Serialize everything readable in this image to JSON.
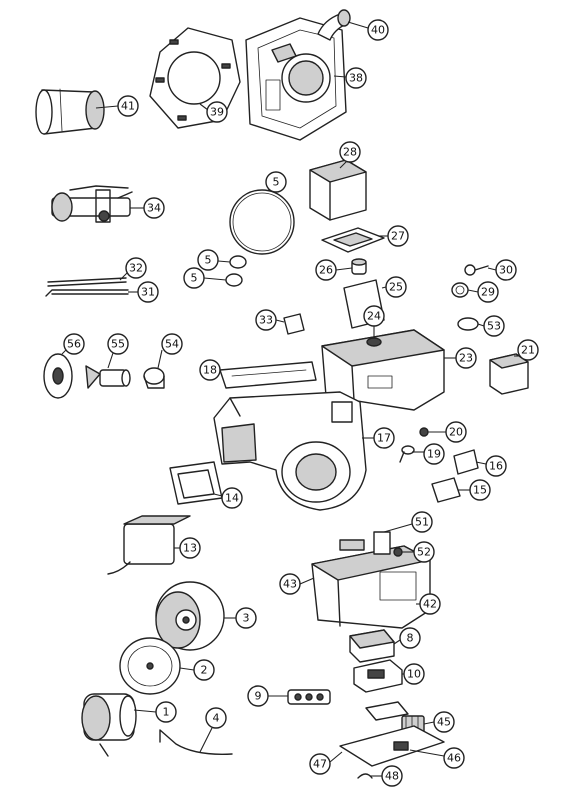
{
  "callouts": [
    {
      "id": "c1",
      "label": "1"
    },
    {
      "id": "c2",
      "label": "2"
    },
    {
      "id": "c3",
      "label": "3"
    },
    {
      "id": "c4",
      "label": "4"
    },
    {
      "id": "c5a",
      "label": "5"
    },
    {
      "id": "c5b",
      "label": "5"
    },
    {
      "id": "c5c",
      "label": "5"
    },
    {
      "id": "c8",
      "label": "8"
    },
    {
      "id": "c9",
      "label": "9"
    },
    {
      "id": "c10",
      "label": "10"
    },
    {
      "id": "c13",
      "label": "13"
    },
    {
      "id": "c14",
      "label": "14"
    },
    {
      "id": "c15",
      "label": "15"
    },
    {
      "id": "c16",
      "label": "16"
    },
    {
      "id": "c17",
      "label": "17"
    },
    {
      "id": "c18",
      "label": "18"
    },
    {
      "id": "c19",
      "label": "19"
    },
    {
      "id": "c20",
      "label": "20"
    },
    {
      "id": "c21",
      "label": "21"
    },
    {
      "id": "c23",
      "label": "23"
    },
    {
      "id": "c24",
      "label": "24"
    },
    {
      "id": "c25",
      "label": "25"
    },
    {
      "id": "c26",
      "label": "26"
    },
    {
      "id": "c27",
      "label": "27"
    },
    {
      "id": "c28",
      "label": "28"
    },
    {
      "id": "c29",
      "label": "29"
    },
    {
      "id": "c30",
      "label": "30"
    },
    {
      "id": "c31",
      "label": "31"
    },
    {
      "id": "c32",
      "label": "32"
    },
    {
      "id": "c33",
      "label": "33"
    },
    {
      "id": "c34",
      "label": "34"
    },
    {
      "id": "c38",
      "label": "38"
    },
    {
      "id": "c39",
      "label": "39"
    },
    {
      "id": "c40",
      "label": "40"
    },
    {
      "id": "c41",
      "label": "41"
    },
    {
      "id": "c42",
      "label": "42"
    },
    {
      "id": "c43",
      "label": "43"
    },
    {
      "id": "c45",
      "label": "45"
    },
    {
      "id": "c46",
      "label": "46"
    },
    {
      "id": "c47",
      "label": "47"
    },
    {
      "id": "c48",
      "label": "48"
    },
    {
      "id": "c51",
      "label": "51"
    },
    {
      "id": "c52",
      "label": "52"
    },
    {
      "id": "c53",
      "label": "53"
    },
    {
      "id": "c54",
      "label": "54"
    },
    {
      "id": "c55",
      "label": "55"
    },
    {
      "id": "c56",
      "label": "56"
    }
  ]
}
